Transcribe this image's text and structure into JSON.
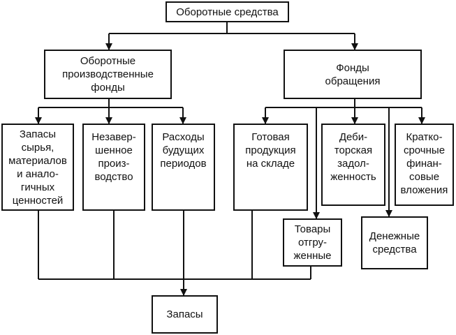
{
  "diagram": {
    "root": "Оборотные средства",
    "left_group": "Оборотные\nпроизводственные\nфонды",
    "right_group": "Фонды\nобращения",
    "production_items": [
      "Запасы\nсырья,\nматериалов\nи анало-\nгичных\nценностей",
      "Незавер-\nшенное\nпроиз-\nводство",
      "Расходы\nбудущих\nпериодов"
    ],
    "circulation_items": [
      "Готовая\nпродукция\nна складе",
      "Деби-\nторская\nзадол-\nженность",
      "Кратко-\nсрочные\nфинан-\nсовые\nвложения"
    ],
    "goods_shipped": "Товары\nотгру-\nженные",
    "cash": "Денежные\nсредства",
    "inventories": "Запасы"
  }
}
